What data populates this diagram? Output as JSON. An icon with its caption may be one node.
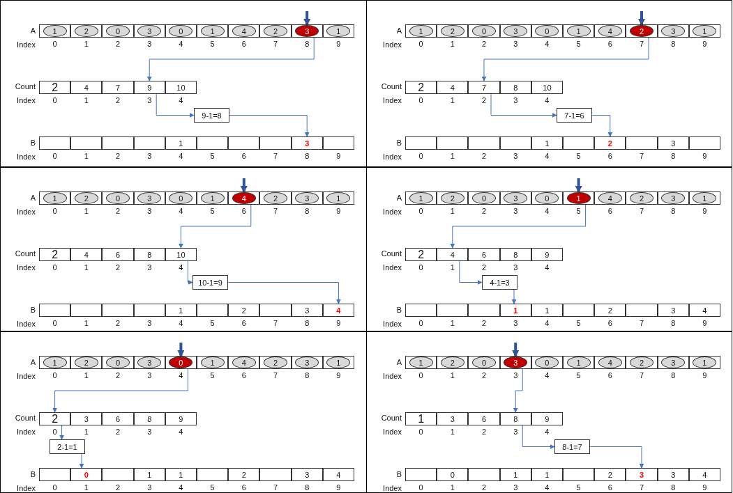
{
  "diagram": {
    "nodes": [
      {
        "text": [],
        "shape": "box"
      },
      {
        "text": [
          "1"
        ],
        "in": 0,
        "beside": [
          "0"
        ]
      },
      {
        "text": [
          "2"
        ],
        "in": 0,
        "beside": [
          "1"
        ]
      },
      {
        "text": [
          "0"
        ],
        "in": 0,
        "beside": [
          "2"
        ]
      },
      {
        "text": [
          "3"
        ],
        "in": 0,
        "beside": [
          "3"
        ]
      },
      {
        "text": [
          "0"
        ],
        "in": 0,
        "beside": [
          "4"
        ]
      },
      {
        "text": [
          "1"
        ],
        "in": 0,
        "beside": [
          "5"
        ]
      },
      {
        "text": [
          "4"
        ],
        "in": 0,
        "beside": [
          "6"
        ]
      },
      {
        "text": [
          "2"
        ],
        "in": 0,
        "beside": [
          "7"
        ]
      },
      {
        "text": [
          "3"
        ],
        "in": 0,
        "beside": [
          "8"
        ]
      },
      {
        "text": [
          "1"
        ],
        "in": 0,
        "beside": [
          "9"
        ]
      },
      {
        "text": [
          "2"
        ],
        "in": 0,
        "beside": [
          "0"
        ]
      },
      {
        "text": [
          "4"
        ],
        "in": 0,
        "beside": [
          "1"
        ]
      },
      {
        "text": [
          "7"
        ],
        "in": 0,
        "beside": [
          "2"
        ]
      },
      {
        "text": [
          "9"
        ],
        "in": 0,
        "beside": [
          "3"
        ]
      },
      {
        "text": [
          "10"
        ],
        "in": 0,
        "beside": [
          "4"
        ]
      },
      {
        "text": [
          "9-1=8"
        ],
        "in": 0
      },
      {
        "text": [],
        "shape": "box",
        "in": 0,
        "beside": [
          "0"
        ]
      },
      {
        "text": [],
        "shape": "box",
        "in": 0,
        "beside": [
          "1"
        ]
      },
      {
        "text": [],
        "shape": "box",
        "in": 0,
        "beside": [
          "2"
        ]
      },
      {
        "text": [],
        "shape": "box",
        "in": 0,
        "beside": [
          "3"
        ]
      },
      {
        "text": [
          "1"
        ],
        "in": 0,
        "beside": [
          "4"
        ]
      },
      {
        "text": [],
        "shape": "box",
        "in": 0,
        "beside": [
          "5"
        ]
      },
      {
        "text": [],
        "shape": "box",
        "in": 0,
        "beside": [
          "6"
        ]
      },
      {
        "text": [],
        "shape": "box",
        "in": 0,
        "beside": [
          "7"
        ]
      },
      {
        "text": [
          "3"
        ],
        "in": 0,
        "beside": [
          "8"
        ]
      },
      {
        "text": [],
        "shape": "box",
        "in": 0,
        "beside": [
          "9"
        ]
      },
      {
        "text": [],
        "shape": "box"
      },
      {
        "text": [
          "1"
        ],
        "in": 27,
        "beside": [
          "0"
        ]
      },
      {
        "text": [
          "2"
        ],
        "in": 27,
        "beside": [
          "1"
        ]
      },
      {
        "text": [
          "0"
        ],
        "in": 27,
        "beside": [
          "2"
        ]
      },
      {
        "text": [
          "3"
        ],
        "in": 27,
        "beside": [
          "3"
        ]
      },
      {
        "text": [
          "0"
        ],
        "in": 27,
        "beside": [
          "4"
        ]
      },
      {
        "text": [
          "1"
        ],
        "in": 27,
        "beside": [
          "5"
        ]
      },
      {
        "text": [
          "4"
        ],
        "in": 27,
        "beside": [
          "6"
        ]
      },
      {
        "text": [
          "2"
        ],
        "in": 27,
        "beside": [
          "7"
        ]
      },
      {
        "text": [
          "3"
        ],
        "in": 27,
        "beside": [
          "8"
        ]
      },
      {
        "text": [
          "1"
        ],
        "in": 27,
        "beside": [
          "9"
        ]
      },
      {
        "text": [
          "2"
        ],
        "in": 27,
        "beside": [
          "0"
        ]
      },
      {
        "text": [
          "4"
        ],
        "in": 27,
        "beside": [
          "1"
        ]
      },
      {
        "text": [
          "7"
        ],
        "in": 27,
        "beside": [
          "2"
        ]
      },
      {
        "text": [
          "8"
        ],
        "in": 27,
        "beside": [
          "3"
        ]
      },
      {
        "text": [
          "10"
        ],
        "in": 27,
        "beside": [
          "4"
        ]
      },
      {
        "text": [
          "7-1=6"
        ],
        "in": 27
      },
      {
        "text": [],
        "shape": "box",
        "in": 27,
        "beside": [
          "0"
        ]
      },
      {
        "text": [],
        "shape": "box",
        "in": 27,
        "beside": [
          "1"
        ]
      },
      {
        "text": [],
        "shape": "box",
        "in": 27,
        "beside": [
          "2"
        ]
      },
      {
        "text": [],
        "shape": "box",
        "in": 27,
        "beside": [
          "3"
        ]
      },
      {
        "text": [
          "1"
        ],
        "in": 27,
        "beside": [
          "4"
        ]
      },
      {
        "text": [],
        "shape": "box",
        "in": 27,
        "beside": [
          "5"
        ]
      },
      {
        "text": [
          "2"
        ],
        "in": 27,
        "beside": [
          "6"
        ]
      },
      {
        "text": [],
        "shape": "box",
        "in": 27,
        "beside": [
          "7"
        ]
      },
      {
        "text": [
          "3"
        ],
        "in": 27,
        "beside": [
          "8"
        ]
      },
      {
        "text": [],
        "shape": "box",
        "in": 27,
        "beside": [
          "9"
        ]
      },
      {
        "text": [],
        "shape": "box"
      },
      {
        "text": [
          "1"
        ],
        "in": 54,
        "beside": [
          "0"
        ]
      },
      {
        "text": [
          "2"
        ],
        "in": 54,
        "beside": [
          "1"
        ]
      },
      {
        "text": [
          "0"
        ],
        "in": 54,
        "beside": [
          "2"
        ]
      },
      {
        "text": [
          "3"
        ],
        "in": 54,
        "beside": [
          "3"
        ]
      },
      {
        "text": [
          "0"
        ],
        "in": 54,
        "beside": [
          "4"
        ]
      },
      {
        "text": [
          "1"
        ],
        "in": 54,
        "beside": [
          "5"
        ]
      },
      {
        "text": [
          "4"
        ],
        "in": 54,
        "beside": [
          "6"
        ]
      },
      {
        "text": [
          "2"
        ],
        "in": 54,
        "beside": [
          "7"
        ]
      },
      {
        "text": [
          "3"
        ],
        "in": 54,
        "beside": [
          "8"
        ]
      },
      {
        "text": [
          "1"
        ],
        "in": 54,
        "beside": [
          "9"
        ]
      },
      {
        "text": [
          "2"
        ],
        "in": 54,
        "beside": [
          "0"
        ]
      },
      {
        "text": [
          "4"
        ],
        "in": 54,
        "beside": [
          "1"
        ]
      },
      {
        "text": [
          "6"
        ],
        "in": 54,
        "beside": [
          "2"
        ]
      },
      {
        "text": [
          "8"
        ],
        "in": 54,
        "beside": [
          "3"
        ]
      },
      {
        "text": [
          "10"
        ],
        "in": 54,
        "beside": [
          "4"
        ]
      },
      {
        "text": [
          "10-1=9"
        ],
        "in": 54
      },
      {
        "text": [],
        "shape": "box",
        "in": 54,
        "beside": [
          "0"
        ]
      },
      {
        "text": [],
        "shape": "box",
        "in": 54,
        "beside": [
          "1"
        ]
      },
      {
        "text": [],
        "shape": "box",
        "in": 54,
        "beside": [
          "2"
        ]
      },
      {
        "text": [],
        "shape": "box",
        "in": 54,
        "beside": [
          "3"
        ]
      },
      {
        "text": [
          "1"
        ],
        "in": 54,
        "beside": [
          "4"
        ]
      },
      {
        "text": [],
        "shape": "box",
        "in": 54,
        "beside": [
          "5"
        ]
      },
      {
        "text": [
          "2"
        ],
        "in": 54,
        "beside": [
          "6"
        ]
      },
      {
        "text": [],
        "shape": "box",
        "in": 54,
        "beside": [
          "7"
        ]
      },
      {
        "text": [
          "3"
        ],
        "in": 54,
        "beside": [
          "8"
        ]
      },
      {
        "text": [
          "4"
        ],
        "in": 54,
        "beside": [
          "9"
        ]
      },
      {
        "text": [],
        "shape": "box"
      },
      {
        "text": [
          "1"
        ],
        "in": 81,
        "beside": [
          "0"
        ]
      },
      {
        "text": [
          "2"
        ],
        "in": 81,
        "beside": [
          "1"
        ]
      },
      {
        "text": [
          "0"
        ],
        "in": 81,
        "beside": [
          "2"
        ]
      },
      {
        "text": [
          "3"
        ],
        "in": 81,
        "beside": [
          "3"
        ]
      },
      {
        "text": [
          "0"
        ],
        "in": 81,
        "beside": [
          "4"
        ]
      },
      {
        "text": [
          "1"
        ],
        "in": 81,
        "beside": [
          "5"
        ]
      },
      {
        "text": [
          "4"
        ],
        "in": 81,
        "beside": [
          "6"
        ]
      },
      {
        "text": [
          "2"
        ],
        "in": 81,
        "beside": [
          "7"
        ]
      },
      {
        "text": [
          "3"
        ],
        "in": 81,
        "beside": [
          "8"
        ]
      },
      {
        "text": [
          "1"
        ],
        "in": 81,
        "beside": [
          "9"
        ]
      },
      {
        "text": [
          "2"
        ],
        "in": 81,
        "beside": [
          "0"
        ]
      },
      {
        "text": [
          "4"
        ],
        "in": 81,
        "beside": [
          "1"
        ]
      },
      {
        "text": [
          "6"
        ],
        "in": 81,
        "beside": [
          "2"
        ]
      },
      {
        "text": [
          "8"
        ],
        "in": 81,
        "beside": [
          "3"
        ]
      },
      {
        "text": [
          "9"
        ],
        "in": 81,
        "beside": [
          "4"
        ]
      },
      {
        "text": [
          "4-1=3"
        ],
        "in": 81
      },
      {
        "text": [],
        "shape": "box",
        "in": 81,
        "beside": [
          "0"
        ]
      },
      {
        "text": [],
        "shape": "box",
        "in": 81,
        "beside": [
          "1"
        ]
      },
      {
        "text": [],
        "shape": "box",
        "in": 81,
        "beside": [
          "2"
        ]
      },
      {
        "text": [
          "1"
        ],
        "in": 81,
        "beside": [
          "3"
        ]
      },
      {
        "text": [
          "1"
        ],
        "in": 81,
        "beside": [
          "4"
        ]
      },
      {
        "text": [],
        "shape": "box",
        "in": 81,
        "beside": [
          "5"
        ]
      },
      {
        "text": [
          "2"
        ],
        "in": 81,
        "beside": [
          "6"
        ]
      },
      {
        "text": [],
        "shape": "box",
        "in": 81,
        "beside": [
          "7"
        ]
      },
      {
        "text": [
          "3"
        ],
        "in": 81,
        "beside": [
          "8"
        ]
      },
      {
        "text": [
          "4"
        ],
        "in": 81,
        "beside": [
          "9"
        ]
      },
      {
        "text": [],
        "shape": "box"
      },
      {
        "text": [
          "1"
        ],
        "in": 108,
        "beside": [
          "0"
        ]
      },
      {
        "text": [
          "2"
        ],
        "in": 108,
        "beside": [
          "1"
        ]
      },
      {
        "text": [
          "0"
        ],
        "in": 108,
        "beside": [
          "2"
        ]
      },
      {
        "text": [
          "3"
        ],
        "in": 108,
        "beside": [
          "3"
        ]
      },
      {
        "text": [
          "0"
        ],
        "in": 108,
        "beside": [
          "4"
        ]
      },
      {
        "text": [
          "1"
        ],
        "in": 108,
        "beside": [
          "5"
        ]
      },
      {
        "text": [
          "4"
        ],
        "in": 108,
        "beside": [
          "6"
        ]
      },
      {
        "text": [
          "2"
        ],
        "in": 108,
        "beside": [
          "7"
        ]
      },
      {
        "text": [
          "3"
        ],
        "in": 108,
        "beside": [
          "8"
        ]
      },
      {
        "text": [
          "1"
        ],
        "in": 108,
        "beside": [
          "9"
        ]
      },
      {
        "text": [
          "2"
        ],
        "in": 108,
        "beside": [
          "0"
        ]
      },
      {
        "text": [
          "3"
        ],
        "in": 108,
        "beside": [
          "1"
        ]
      },
      {
        "text": [
          "6"
        ],
        "in": 108,
        "beside": [
          "2"
        ]
      },
      {
        "text": [
          "8"
        ],
        "in": 108,
        "beside": [
          "3"
        ]
      },
      {
        "text": [
          "9"
        ],
        "in": 108,
        "beside": [
          "4"
        ]
      },
      {
        "text": [
          "2-1=1"
        ],
        "in": 108
      },
      {
        "text": [],
        "shape": "box",
        "in": 108,
        "beside": [
          "0"
        ]
      },
      {
        "text": [
          "0"
        ],
        "in": 108,
        "beside": [
          "1"
        ]
      },
      {
        "text": [],
        "shape": "box",
        "in": 108,
        "beside": [
          "2"
        ]
      },
      {
        "text": [
          "1"
        ],
        "in": 108,
        "beside": [
          "3"
        ]
      },
      {
        "text": [
          "1"
        ],
        "in": 108,
        "beside": [
          "4"
        ]
      },
      {
        "text": [],
        "shape": "box",
        "in": 108,
        "beside": [
          "5"
        ]
      },
      {
        "text": [
          "2"
        ],
        "in": 108,
        "beside": [
          "6"
        ]
      },
      {
        "text": [],
        "shape": "box",
        "in": 108,
        "beside": [
          "7"
        ]
      },
      {
        "text": [
          "3"
        ],
        "in": 108,
        "beside": [
          "8"
        ]
      },
      {
        "text": [
          "4"
        ],
        "in": 108,
        "beside": [
          "9"
        ]
      },
      {
        "text": [],
        "shape": "box"
      },
      {
        "text": [
          "1"
        ],
        "in": 135,
        "beside": [
          "0"
        ]
      },
      {
        "text": [
          "2"
        ],
        "in": 135,
        "beside": [
          "1"
        ]
      },
      {
        "text": [
          "0"
        ],
        "in": 135,
        "beside": [
          "2"
        ]
      },
      {
        "text": [
          "3"
        ],
        "in": 135,
        "beside": [
          "3"
        ]
      },
      {
        "text": [
          "0"
        ],
        "in": 135,
        "beside": [
          "4"
        ]
      },
      {
        "text": [
          "1"
        ],
        "in": 135,
        "beside": [
          "5"
        ]
      },
      {
        "text": [
          "4"
        ],
        "in": 135,
        "beside": [
          "6"
        ]
      },
      {
        "text": [
          "2"
        ],
        "in": 135,
        "beside": [
          "7"
        ]
      },
      {
        "text": [
          "3"
        ],
        "in": 135,
        "beside": [
          "8"
        ]
      },
      {
        "text": [
          "1"
        ],
        "in": 135,
        "beside": [
          "9"
        ]
      },
      {
        "text": [
          "1"
        ],
        "in": 135,
        "beside": [
          "0"
        ]
      },
      {
        "text": [
          "3"
        ],
        "in": 135,
        "beside": [
          "1"
        ]
      },
      {
        "text": [
          "6"
        ],
        "in": 135,
        "beside": [
          "2"
        ]
      },
      {
        "text": [
          "8"
        ],
        "in": 135,
        "beside": [
          "3"
        ]
      },
      {
        "text": [
          "9"
        ],
        "in": 135,
        "beside": [
          "4"
        ]
      },
      {
        "text": [
          "8-1=7"
        ],
        "in": 135
      },
      {
        "text": [],
        "shape": "box",
        "in": 135,
        "beside": [
          "0"
        ]
      },
      {
        "text": [
          "0"
        ],
        "in": 135,
        "beside": [
          "1"
        ]
      },
      {
        "text": [],
        "shape": "box",
        "in": 135,
        "beside": [
          "2"
        ]
      },
      {
        "text": [
          "1"
        ],
        "in": 135,
        "beside": [
          "3"
        ]
      },
      {
        "text": [
          "1"
        ],
        "in": 135,
        "beside": [
          "4"
        ]
      },
      {
        "text": [],
        "shape": "box",
        "in": 135,
        "beside": [
          "5"
        ]
      },
      {
        "text": [
          "2"
        ],
        "in": 135,
        "beside": [
          "6"
        ]
      },
      {
        "text": [
          "3"
        ],
        "in": 135,
        "beside": [
          "7"
        ]
      },
      {
        "text": [
          "3"
        ],
        "in": 135,
        "beside": [
          "8"
        ]
      },
      {
        "text": [
          "4"
        ],
        "in": 135,
        "beside": [
          "9"
        ]
      }
    ],
    "edges": [
      {
        "from": null,
        "to": 9,
        "arrow": "to",
        "style": "thick",
        "color": "#2f5597"
      },
      {
        "from": 9,
        "to": 14,
        "arrow": "to"
      },
      {
        "from": 14,
        "to": 16,
        "arrow": "to"
      },
      {
        "from": 16,
        "to": 25,
        "arrow": "to"
      },
      {
        "from": null,
        "to": 35,
        "arrow": "to",
        "style": "thick",
        "color": "#2f5597"
      },
      {
        "from": 35,
        "to": 40,
        "arrow": "to"
      },
      {
        "from": 40,
        "to": 43,
        "arrow": "to"
      },
      {
        "from": 43,
        "to": 50,
        "arrow": "to"
      },
      {
        "from": null,
        "to": 61,
        "arrow": "to",
        "style": "thick",
        "color": "#2f5597"
      },
      {
        "from": 61,
        "to": 69,
        "arrow": "to"
      },
      {
        "from": 69,
        "to": 70,
        "arrow": "to"
      },
      {
        "from": 70,
        "to": 80,
        "arrow": "to"
      },
      {
        "from": null,
        "to": 87,
        "arrow": "to",
        "style": "thick",
        "color": "#2f5597"
      },
      {
        "from": 87,
        "to": 93,
        "arrow": "to"
      },
      {
        "from": 93,
        "to": 97,
        "arrow": "to"
      },
      {
        "from": 97,
        "to": 101,
        "arrow": "to"
      },
      {
        "from": null,
        "to": 113,
        "arrow": "to",
        "style": "thick",
        "color": "#2f5597"
      },
      {
        "from": 113,
        "to": 119,
        "arrow": "to"
      },
      {
        "from": 119,
        "to": 124,
        "arrow": "to"
      },
      {
        "from": 124,
        "to": 126,
        "arrow": "to"
      },
      {
        "from": null,
        "to": 139,
        "arrow": "to",
        "style": "thick",
        "color": "#2f5597"
      },
      {
        "from": 139,
        "to": 149,
        "arrow": "to"
      },
      {
        "from": 149,
        "to": 151,
        "arrow": "to"
      },
      {
        "from": 151,
        "to": 159,
        "arrow": "to"
      }
    ],
    "labels": [
      "A",
      "Index",
      "Count",
      "Index",
      "B",
      "Index",
      "A",
      "Index",
      "Count",
      "Index",
      "B",
      "Index",
      "A",
      "Index",
      "Count",
      "Index",
      "B",
      "Index",
      "A",
      "Index",
      "Count",
      "Index",
      "B",
      "Index",
      "A",
      "Index",
      "Count",
      "Index",
      "B",
      "Index",
      "A",
      "Index",
      "Count",
      "Index",
      "B",
      "Index"
    ]
  }
}
